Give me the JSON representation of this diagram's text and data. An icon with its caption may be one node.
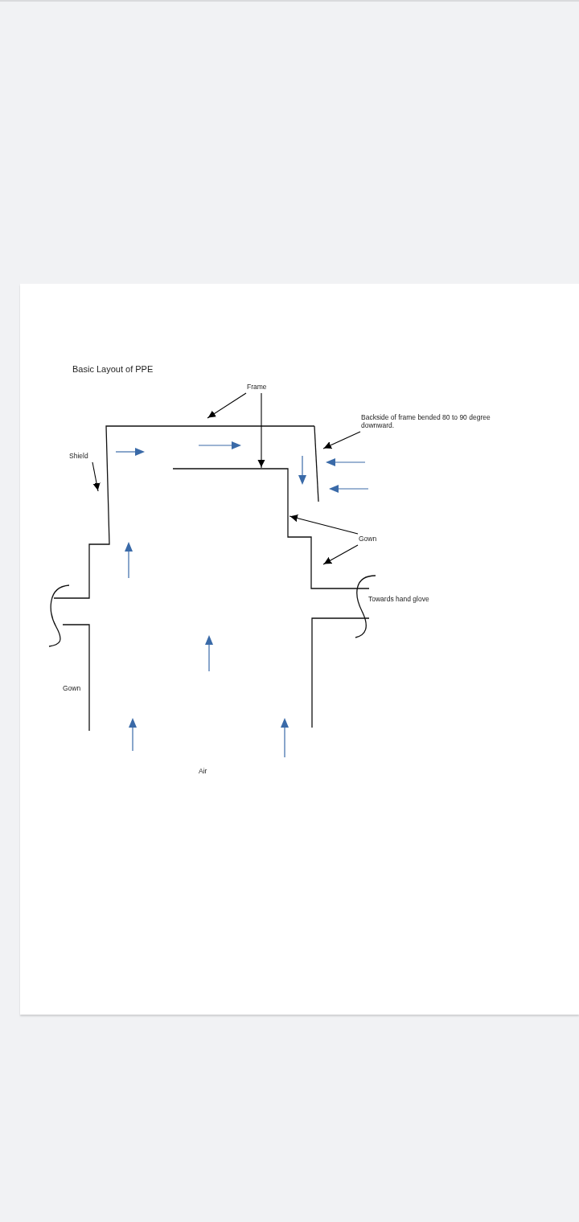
{
  "diagram": {
    "title": "Basic Layout of PPE",
    "nodes": [
      {
        "text": [
          "Frame"
        ]
      },
      {
        "text": [
          "Backside of frame bended 80 to 90 degree downward."
        ]
      },
      {
        "text": [
          "Shield"
        ]
      },
      {
        "text": [
          "Gown"
        ]
      }
    ],
    "edges": [
      {
        "from": 0,
        "to": null,
        "arrow": "to"
      },
      {
        "from": 0,
        "to": null,
        "arrow": "to"
      },
      {
        "from": 1,
        "to": null,
        "arrow": "to"
      },
      {
        "from": 2,
        "to": null,
        "arrow": "to"
      },
      {
        "from": 3,
        "to": null,
        "arrow": "to"
      },
      {
        "from": 3,
        "to": null,
        "arrow": "to"
      }
    ],
    "labels": [
      "Towards hand glove",
      "Gown",
      "Air"
    ]
  }
}
